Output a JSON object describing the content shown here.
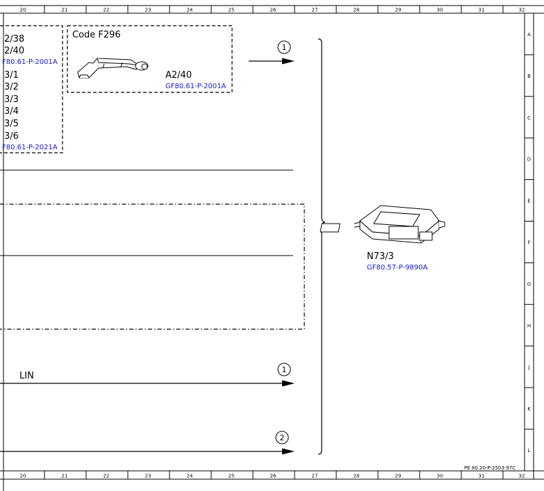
{
  "grid": {
    "columns": [
      "20",
      "21",
      "22",
      "23",
      "24",
      "25",
      "26",
      "27",
      "28",
      "29",
      "30",
      "31",
      "32"
    ],
    "rows": [
      "A",
      "B",
      "C",
      "D",
      "E",
      "F",
      "G",
      "H",
      "J",
      "K",
      "L"
    ]
  },
  "left_box": {
    "labels": [
      "2/38",
      "2/40",
      "3/1",
      "3/2",
      "3/3",
      "3/4",
      "3/5",
      "3/6"
    ],
    "refs": [
      "F80.61-P-2001A",
      "F80.61-P-2021A"
    ]
  },
  "code_box": {
    "title": "Code F296",
    "component": "A2/40",
    "ref": "GF80.61-P-2001A"
  },
  "module": {
    "name": "N73/3",
    "ref": "GF80.57-P-9890A"
  },
  "connectors": {
    "c1": "1",
    "c2": "1",
    "c3": "2"
  },
  "bus_label": "LIN",
  "footer_code": "PE 80.20-P-2503-97C"
}
